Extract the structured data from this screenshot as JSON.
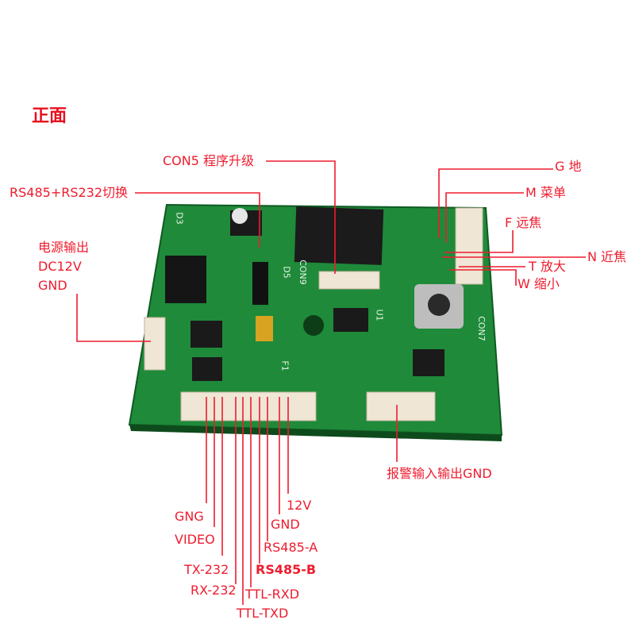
{
  "title": "正面",
  "colors": {
    "annotation": "#ee1c2e",
    "pcb": "#1f8a3a",
    "connector": "#efe6d6"
  },
  "top_labels": {
    "con5": "CON5 程序升级",
    "switch": "RS485+RS232切换",
    "power_title": "电源输出",
    "power_dc": "DC12V",
    "power_gnd": "GND"
  },
  "right_labels": {
    "g": "G 地",
    "m": "M 菜单",
    "f": "F 远焦",
    "n": "N 近焦",
    "t": "T 放大",
    "w": "W 缩小"
  },
  "alarm_label": "报警输入输出GND",
  "bottom_pins": [
    "GNG",
    "VIDEO",
    "TX-232",
    "RX-232",
    "TTL-TXD",
    "TTL-RXD",
    "RS485-B",
    "RS485-A",
    "GND",
    "12V"
  ],
  "silkscreen": {
    "con9": "CON9",
    "con7": "CON7",
    "u1": "U1",
    "f1": "F1",
    "d5": "D5",
    "d3": "D3"
  }
}
